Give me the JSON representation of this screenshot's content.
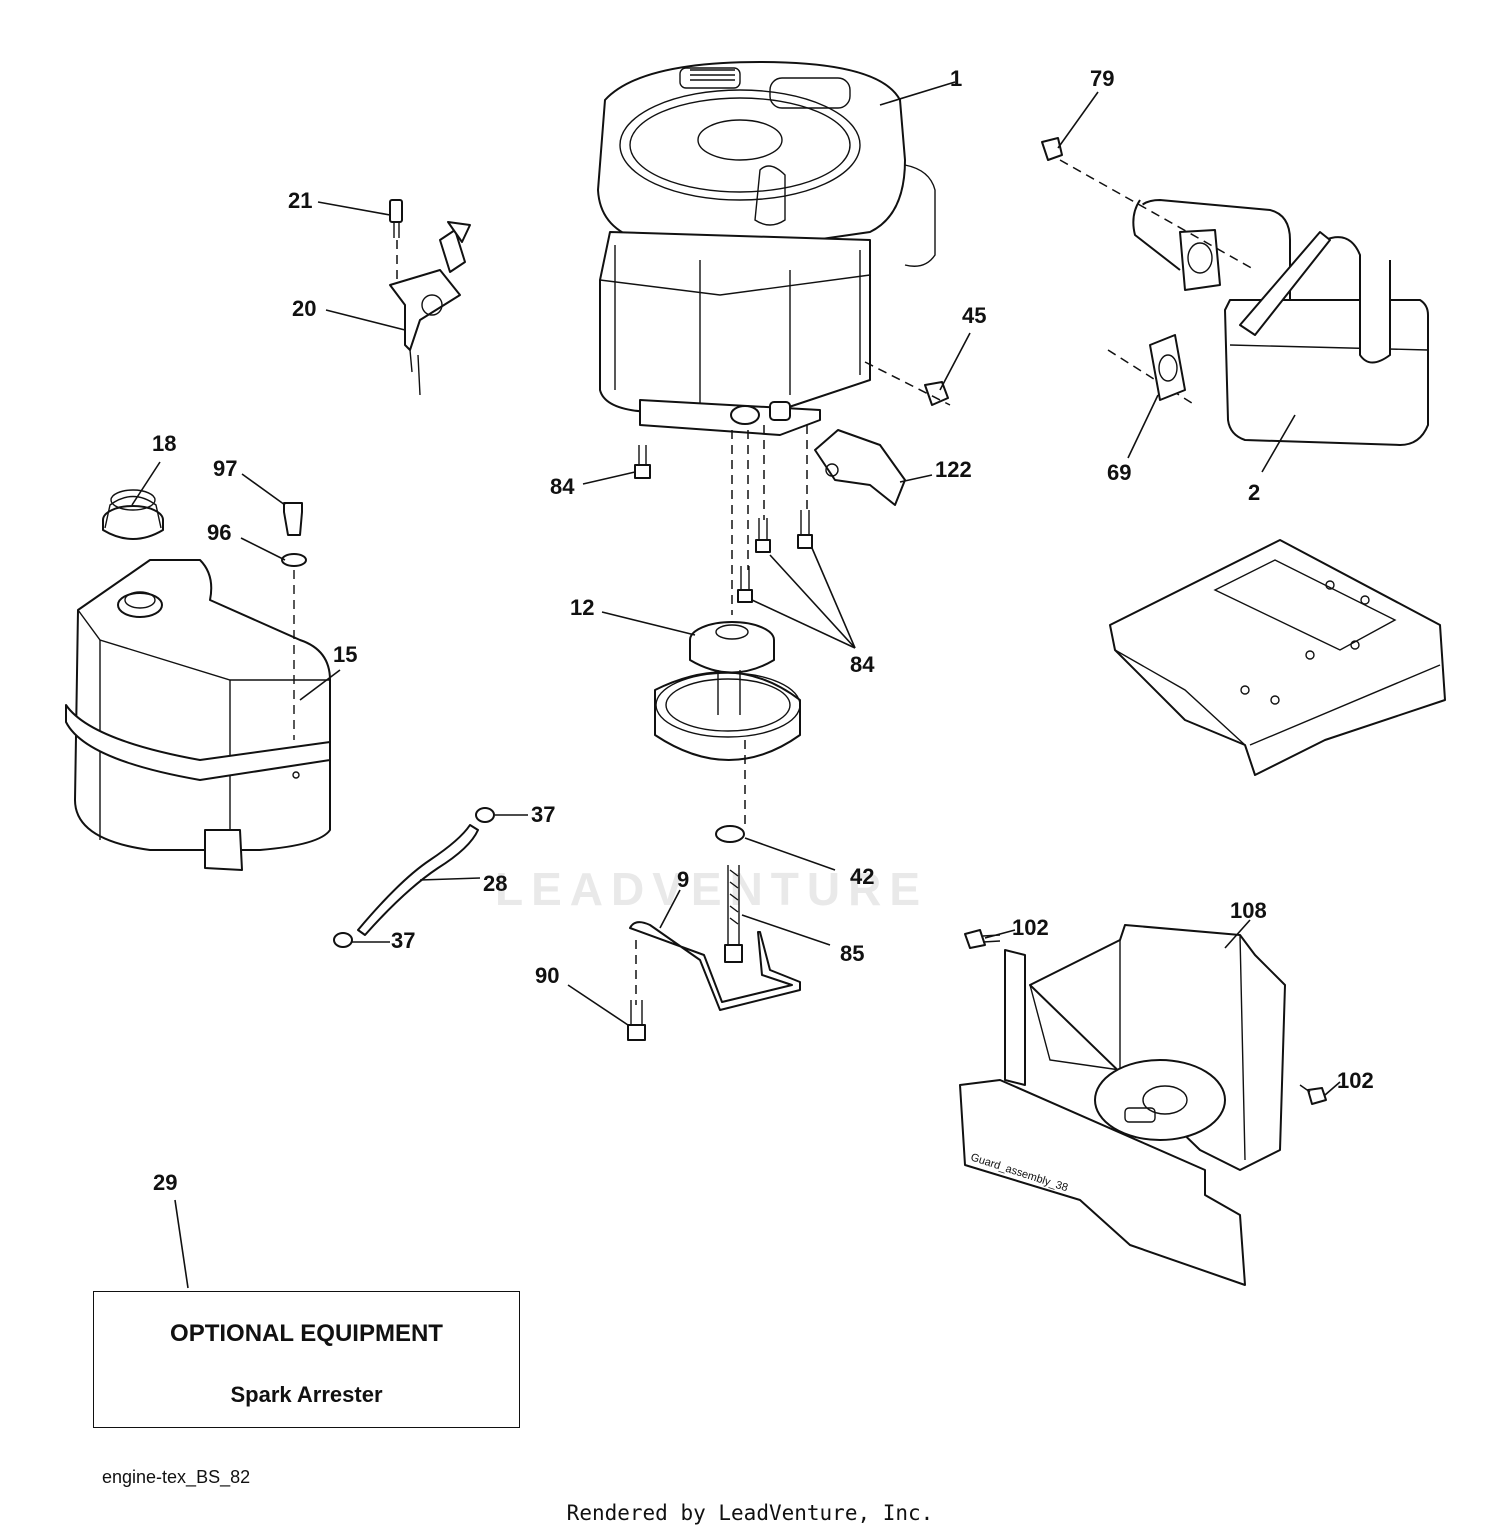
{
  "watermark": "LEADVENTURE",
  "callouts": [
    "1",
    "79",
    "21",
    "20",
    "45",
    "2",
    "69",
    "18",
    "97",
    "96",
    "15",
    "84",
    "122",
    "12",
    "84",
    "37",
    "28",
    "37",
    "42",
    "9",
    "85",
    "90",
    "102",
    "108",
    "102",
    "29"
  ],
  "guard_label": "Guard_assembly_38",
  "optional_box": {
    "title": "OPTIONAL EQUIPMENT",
    "item": "Spark Arrester"
  },
  "drawing_code": "engine-tex_BS_82",
  "credit": "Rendered by LeadVenture, Inc."
}
